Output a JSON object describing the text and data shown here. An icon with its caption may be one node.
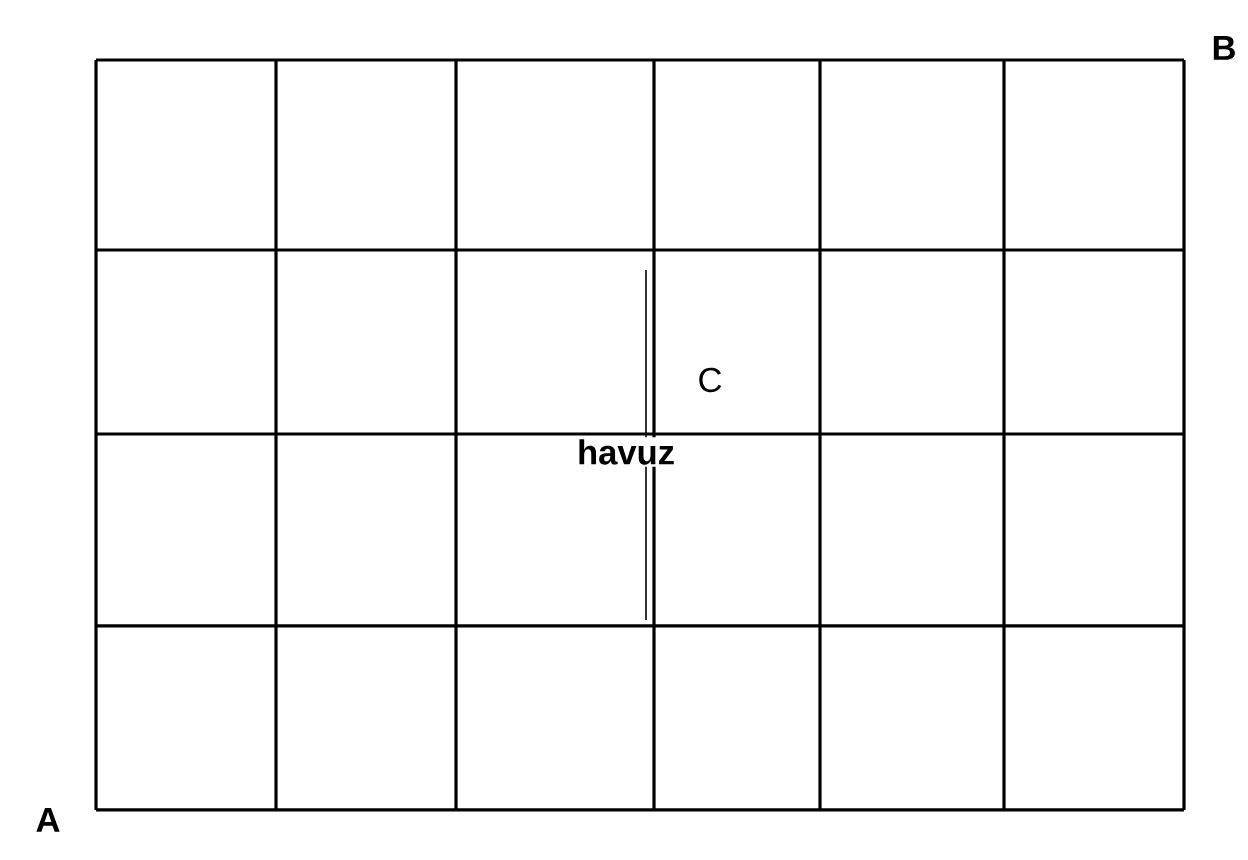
{
  "diagram": {
    "labels": [
      "B",
      "C",
      "havuz",
      "A"
    ]
  }
}
